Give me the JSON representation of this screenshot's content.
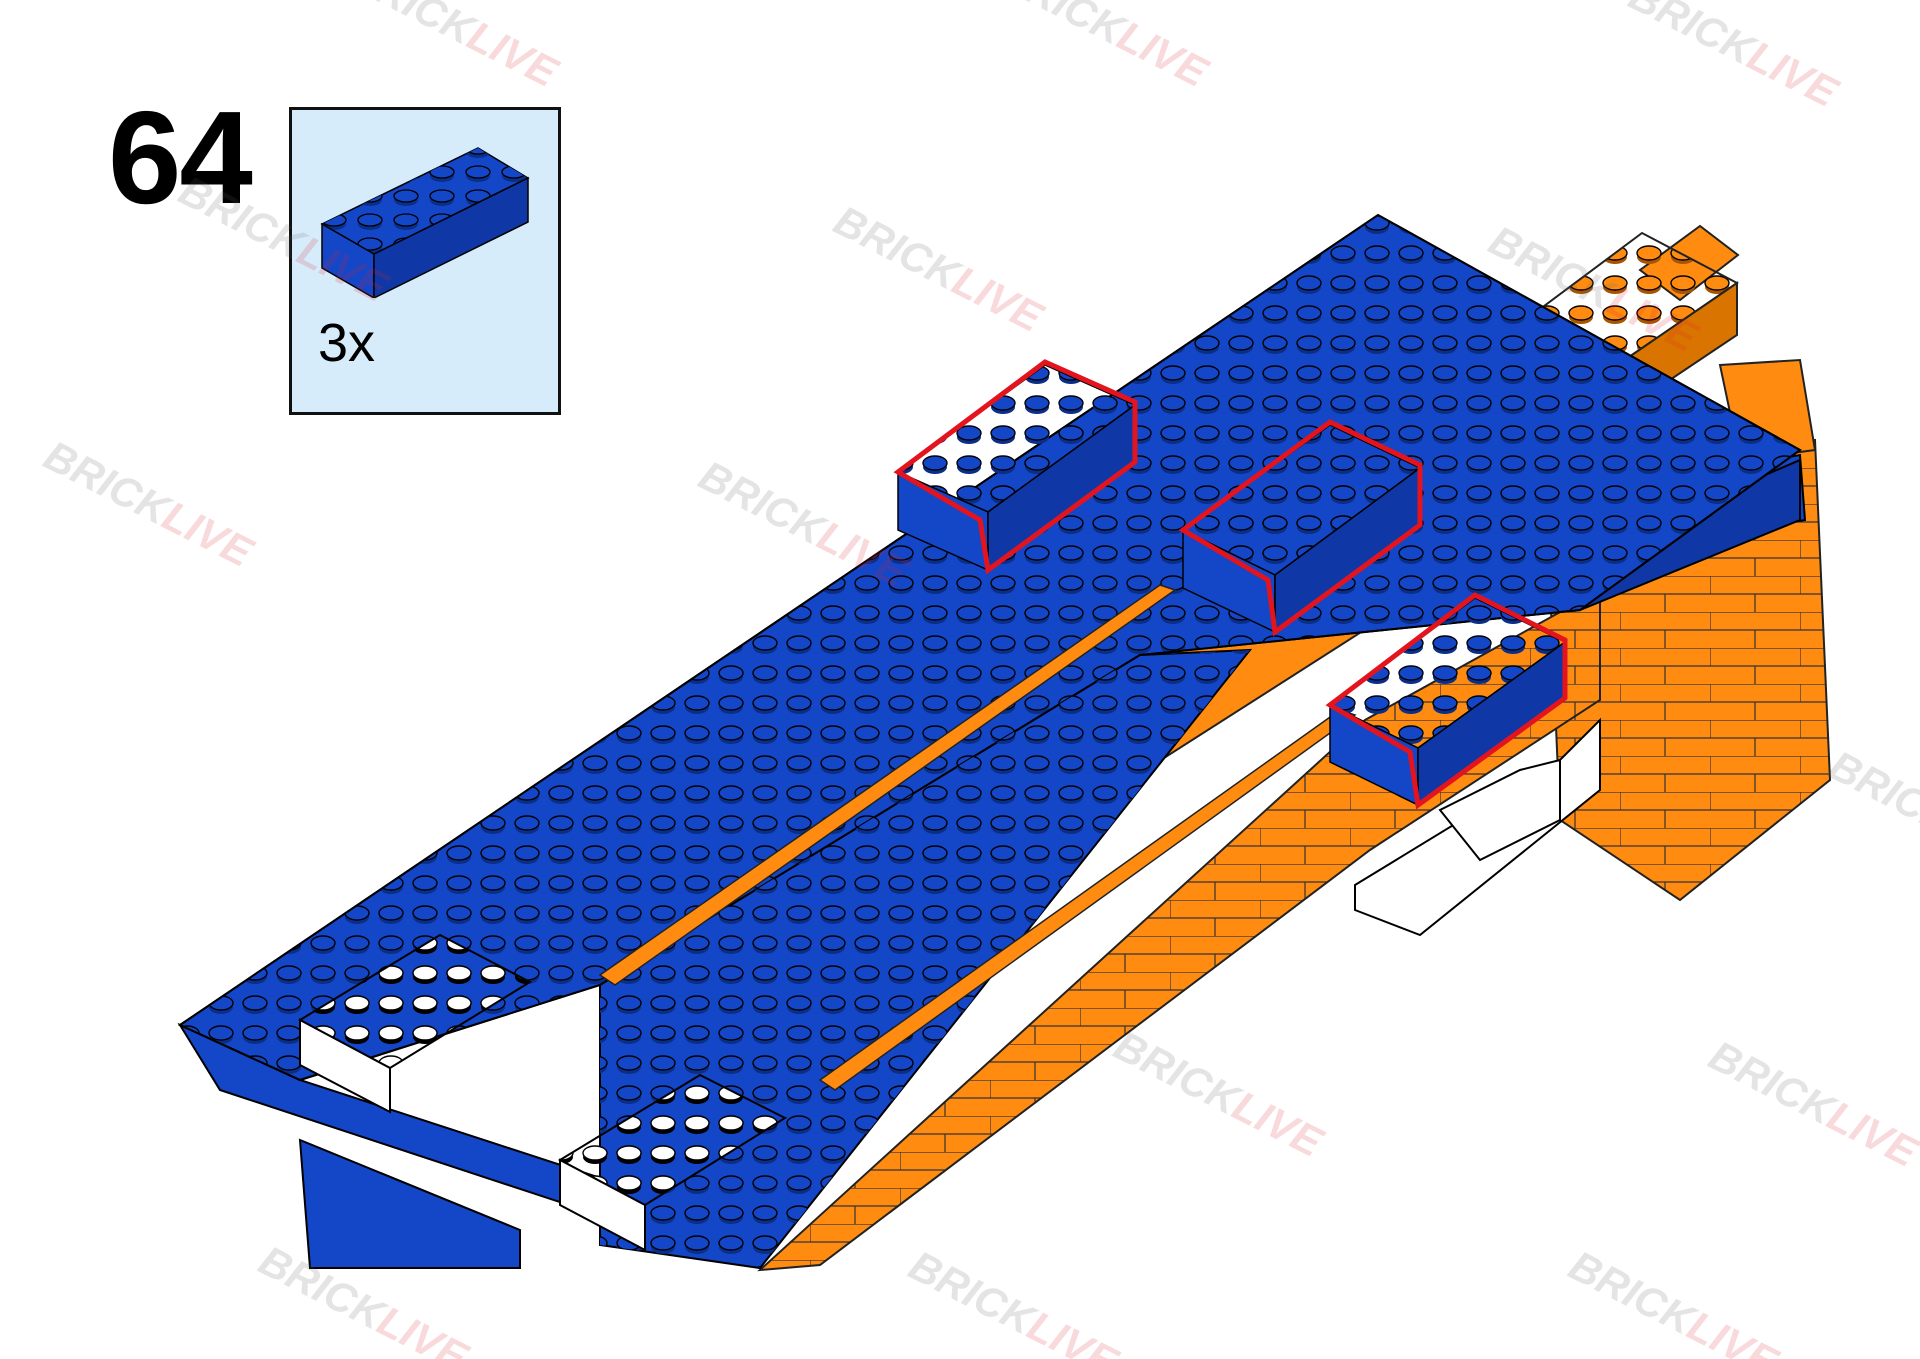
{
  "step": {
    "number": "64"
  },
  "parts": [
    {
      "name": "brick 2x4",
      "quantity": "3x",
      "color": "#1446c8"
    }
  ],
  "colors": {
    "blue": "#1446c8",
    "orange": "#ff8c10",
    "white": "#ffffff",
    "highlight": "#e4141e",
    "parts_box": "#d6ecfb"
  },
  "watermark": {
    "part1": "BRICK",
    "part2": "LIVE"
  }
}
